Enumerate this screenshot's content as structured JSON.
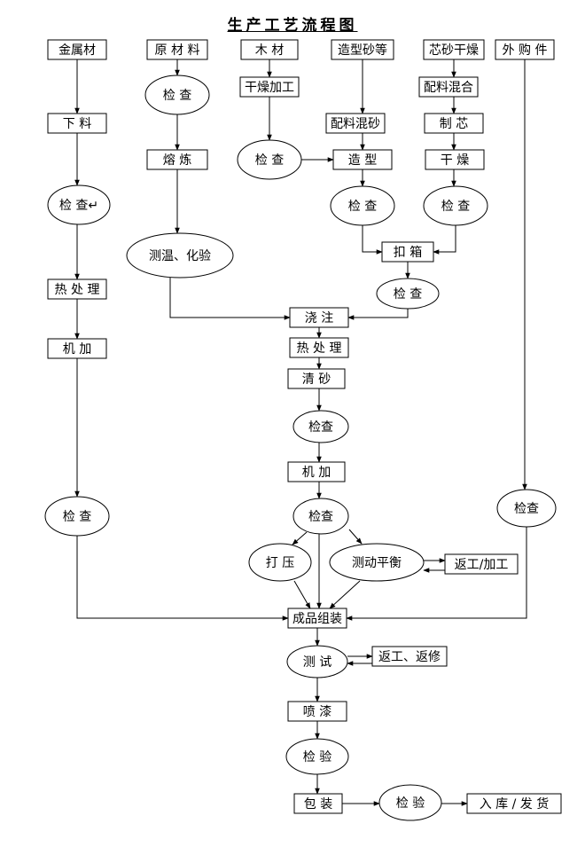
{
  "title": "生产工艺流程图",
  "nodes": {
    "jinshucai": "金属材",
    "xialiao": "下 料",
    "jiancha1": "检 查↵",
    "rechuli1": "热 处 理",
    "jijia1": "机 加",
    "jiancha2": "检 查",
    "yuancailiao": "原 材 料",
    "jiancha3": "检 查",
    "rongl": "熔 炼",
    "cewen": "测温、化验",
    "mucai": "木 材",
    "ganzao_jg": "干燥加工",
    "jiancha4": "检 查",
    "zaoxingsha": "造型砂等",
    "peiliao": "配料混砂",
    "zaoxing": "造 型",
    "jiancha5": "检 查",
    "xinsha": "芯砂干燥",
    "peiliaohh": "配料混合",
    "zhixin": "制 芯",
    "ganzao": "干 燥",
    "jiancha6": "检 查",
    "kouxiang": "扣 箱",
    "jiancha7": "检 查",
    "jiaozhu": "浇 注",
    "rechuli2": "热 处 理",
    "qingsha": "清 砂",
    "jiancha8": "检查",
    "jijia2": "机 加",
    "jiancha9": "检查",
    "daya": "打 压",
    "cedong": "测动平衡",
    "fangong1": "返工/加工",
    "waigou": "外 购 件",
    "jiancha10": "检查",
    "chengpin": "成品组装",
    "ceshi": "测 试",
    "fangong2": "返工、返修",
    "penqi": "喷 漆",
    "jianyan1": "检 验",
    "baozhuang": "包 装",
    "jianyan2": "检 验",
    "ruku": "入 库 / 发 货"
  }
}
